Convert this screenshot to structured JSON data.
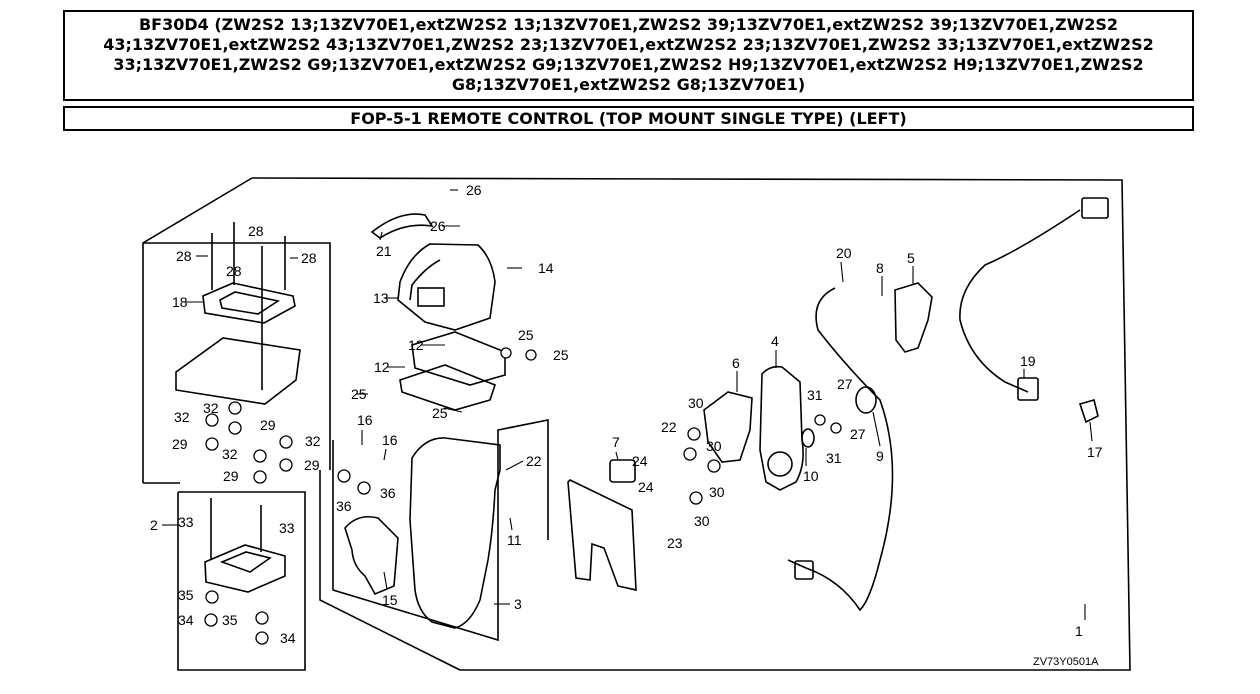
{
  "header": {
    "model_text": "BF30D4 (ZW2S2 13;13ZV70E1,extZW2S2 13;13ZV70E1,ZW2S2 39;13ZV70E1,extZW2S2 39;13ZV70E1,ZW2S2 43;13ZV70E1,extZW2S2 43;13ZV70E1,ZW2S2 23;13ZV70E1,extZW2S2 23;13ZV70E1,ZW2S2 33;13ZV70E1,extZW2S2 33;13ZV70E1,ZW2S2 G9;13ZV70E1,extZW2S2 G9;13ZV70E1,ZW2S2 H9;13ZV70E1,extZW2S2 H9;13ZV70E1,ZW2S2 G8;13ZV70E1,extZW2S2 G8;13ZV70E1)",
    "section_title": "FOP-5-1 REMOTE CONTROL (TOP MOUNT SINGLE TYPE) (LEFT)"
  },
  "diagram": {
    "drawing_code": "ZV73Y0501A",
    "callouts": [
      "1",
      "2",
      "3",
      "4",
      "5",
      "6",
      "7",
      "8",
      "9",
      "10",
      "11",
      "12",
      "12",
      "13",
      "14",
      "15",
      "16",
      "16",
      "17",
      "18",
      "19",
      "20",
      "21",
      "22",
      "22",
      "23",
      "24",
      "24",
      "25",
      "25",
      "25",
      "25",
      "26",
      "26",
      "27",
      "27",
      "28",
      "28",
      "28",
      "28",
      "29",
      "29",
      "29",
      "29",
      "30",
      "30",
      "30",
      "30",
      "31",
      "31",
      "32",
      "32",
      "32",
      "32",
      "33",
      "33",
      "34",
      "34",
      "35",
      "35",
      "36",
      "36"
    ]
  }
}
